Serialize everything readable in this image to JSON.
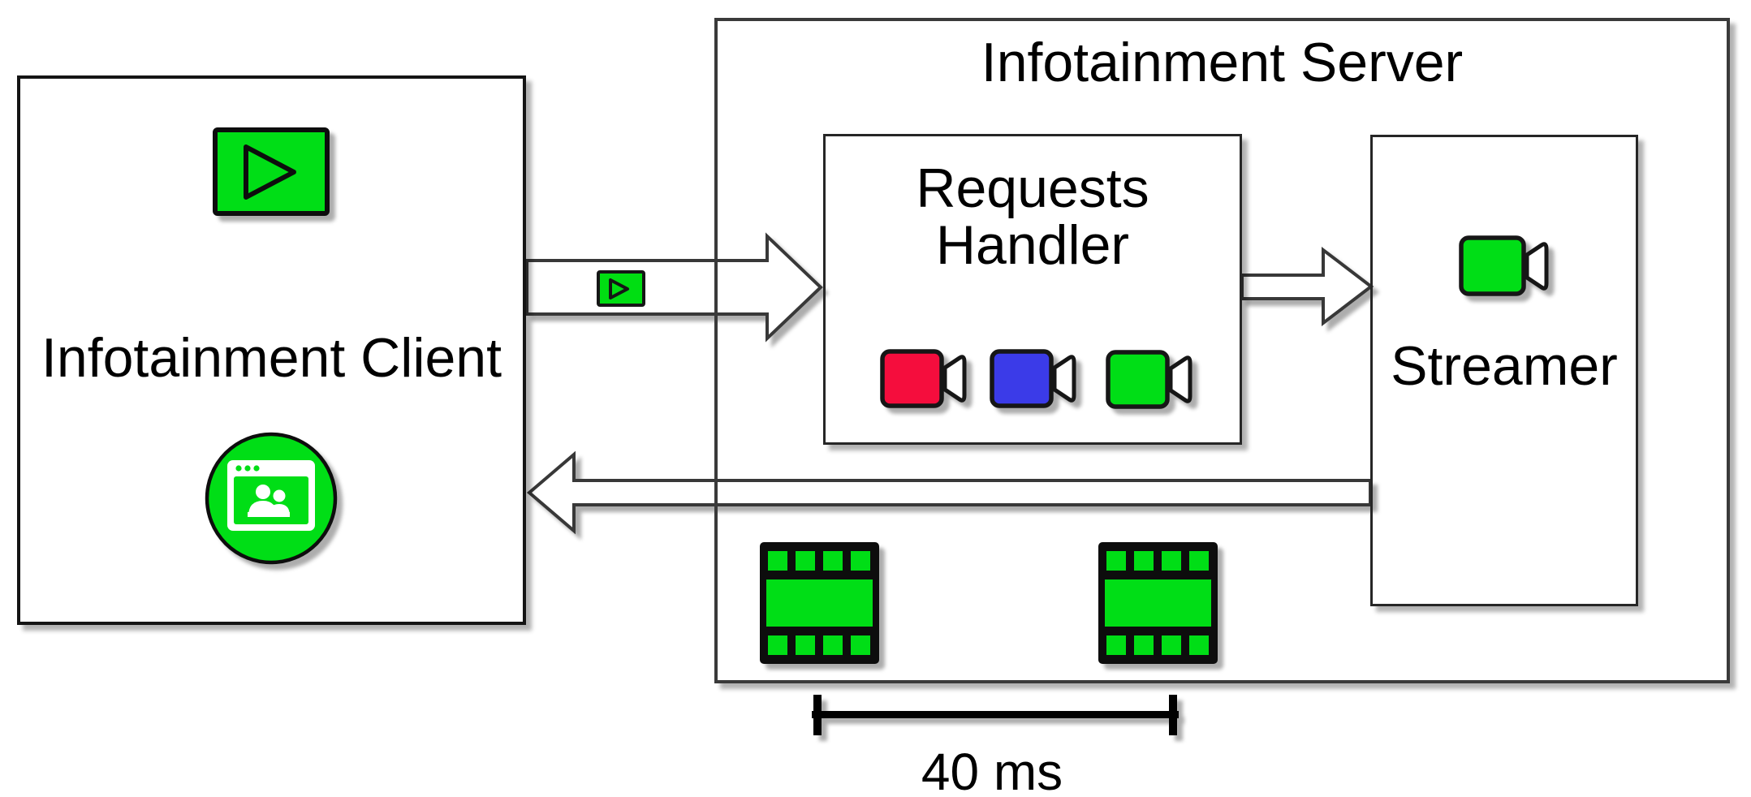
{
  "diagram": {
    "client": {
      "title": "Infotainment Client"
    },
    "server": {
      "title": "Infotainment Server",
      "requests_handler": {
        "line1": "Requests",
        "line2": "Handler"
      },
      "streamer": {
        "title": "Streamer"
      }
    },
    "measurement": {
      "label": "40 ms"
    },
    "colors": {
      "green": "#00DE12",
      "red": "#F5083C",
      "blue": "#3A3AE8",
      "icon_outline": "#161616",
      "arrow_fill": "#FFFFFF",
      "arrow_outline": "#383838",
      "black": "#050505",
      "white": "#FFFFFF"
    },
    "icons": {
      "client_play": "play-button-icon",
      "client_app": "media-app-icon",
      "request_chip": "mini-play-icon",
      "handler_cameras": [
        "camera-red-icon",
        "camera-blue-icon",
        "camera-green-icon"
      ],
      "streamer_camera": "camera-green-icon",
      "frames": [
        "film-frame-icon",
        "film-frame-icon"
      ],
      "timing": "timing-ruler-icon"
    }
  }
}
